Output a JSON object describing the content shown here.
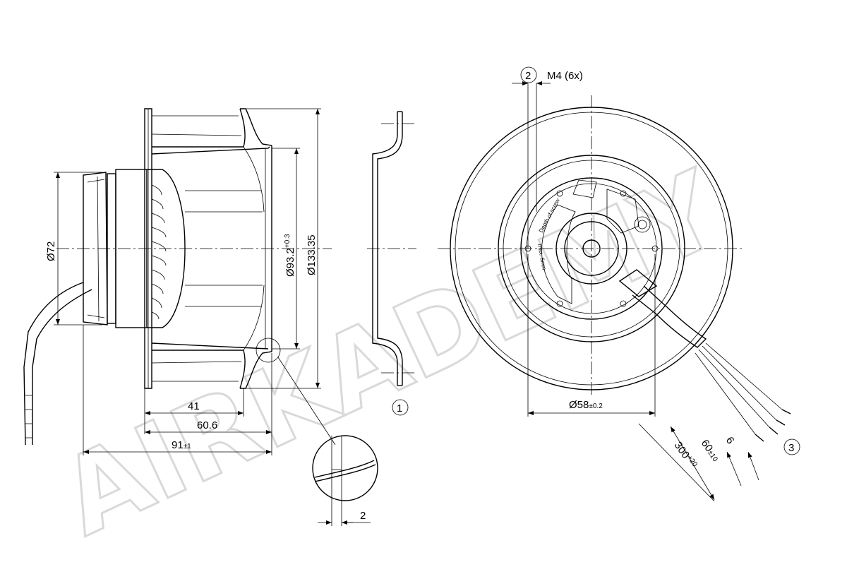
{
  "watermark": "AIRKADEMY",
  "side_view": {
    "dims": {
      "d72": "Ø72",
      "d93": "Ø93.2",
      "d93_tol": "+0.3",
      "d133": "Ø133.35",
      "l41": "41",
      "l60": "60.6",
      "l91": "91",
      "l91_tol": "±1"
    }
  },
  "section": {
    "callout": "1",
    "detail_dim": "2"
  },
  "front_view": {
    "callout_thread": "2",
    "thread_label": "M4 (6x)",
    "d58": "Ø58",
    "d58_tol": "±0.2",
    "callout_cable": "3",
    "cable_300": "300",
    "cable_300_tol": "+20",
    "cable_60": "60",
    "cable_60_tol": "±10",
    "cable_6": "6",
    "hub_text_1": "Depth of screw",
    "hub_text_2": "max. 5mm"
  }
}
